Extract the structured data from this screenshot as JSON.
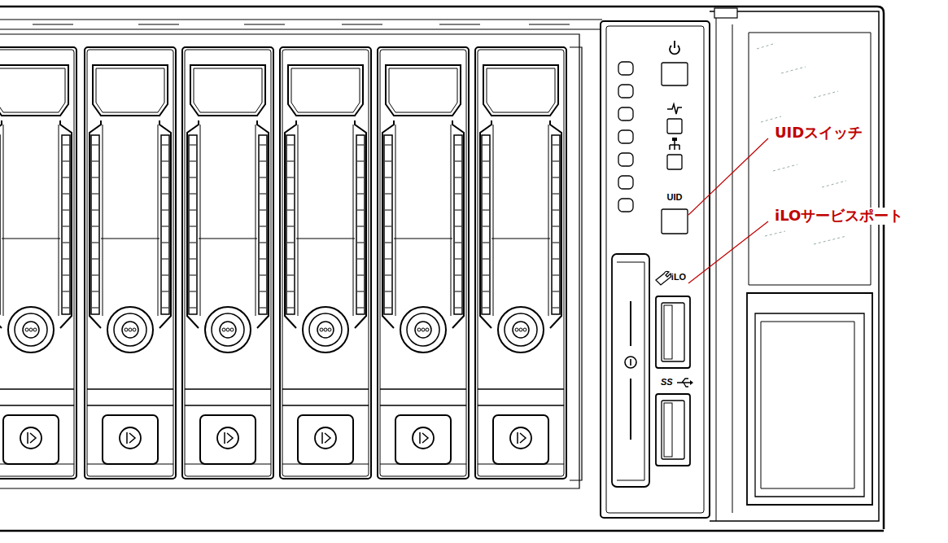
{
  "diagram": {
    "labels": [
      "UIDスイッチ",
      "iLOサービスポート",
      "UID",
      "iLO",
      "SS"
    ]
  }
}
